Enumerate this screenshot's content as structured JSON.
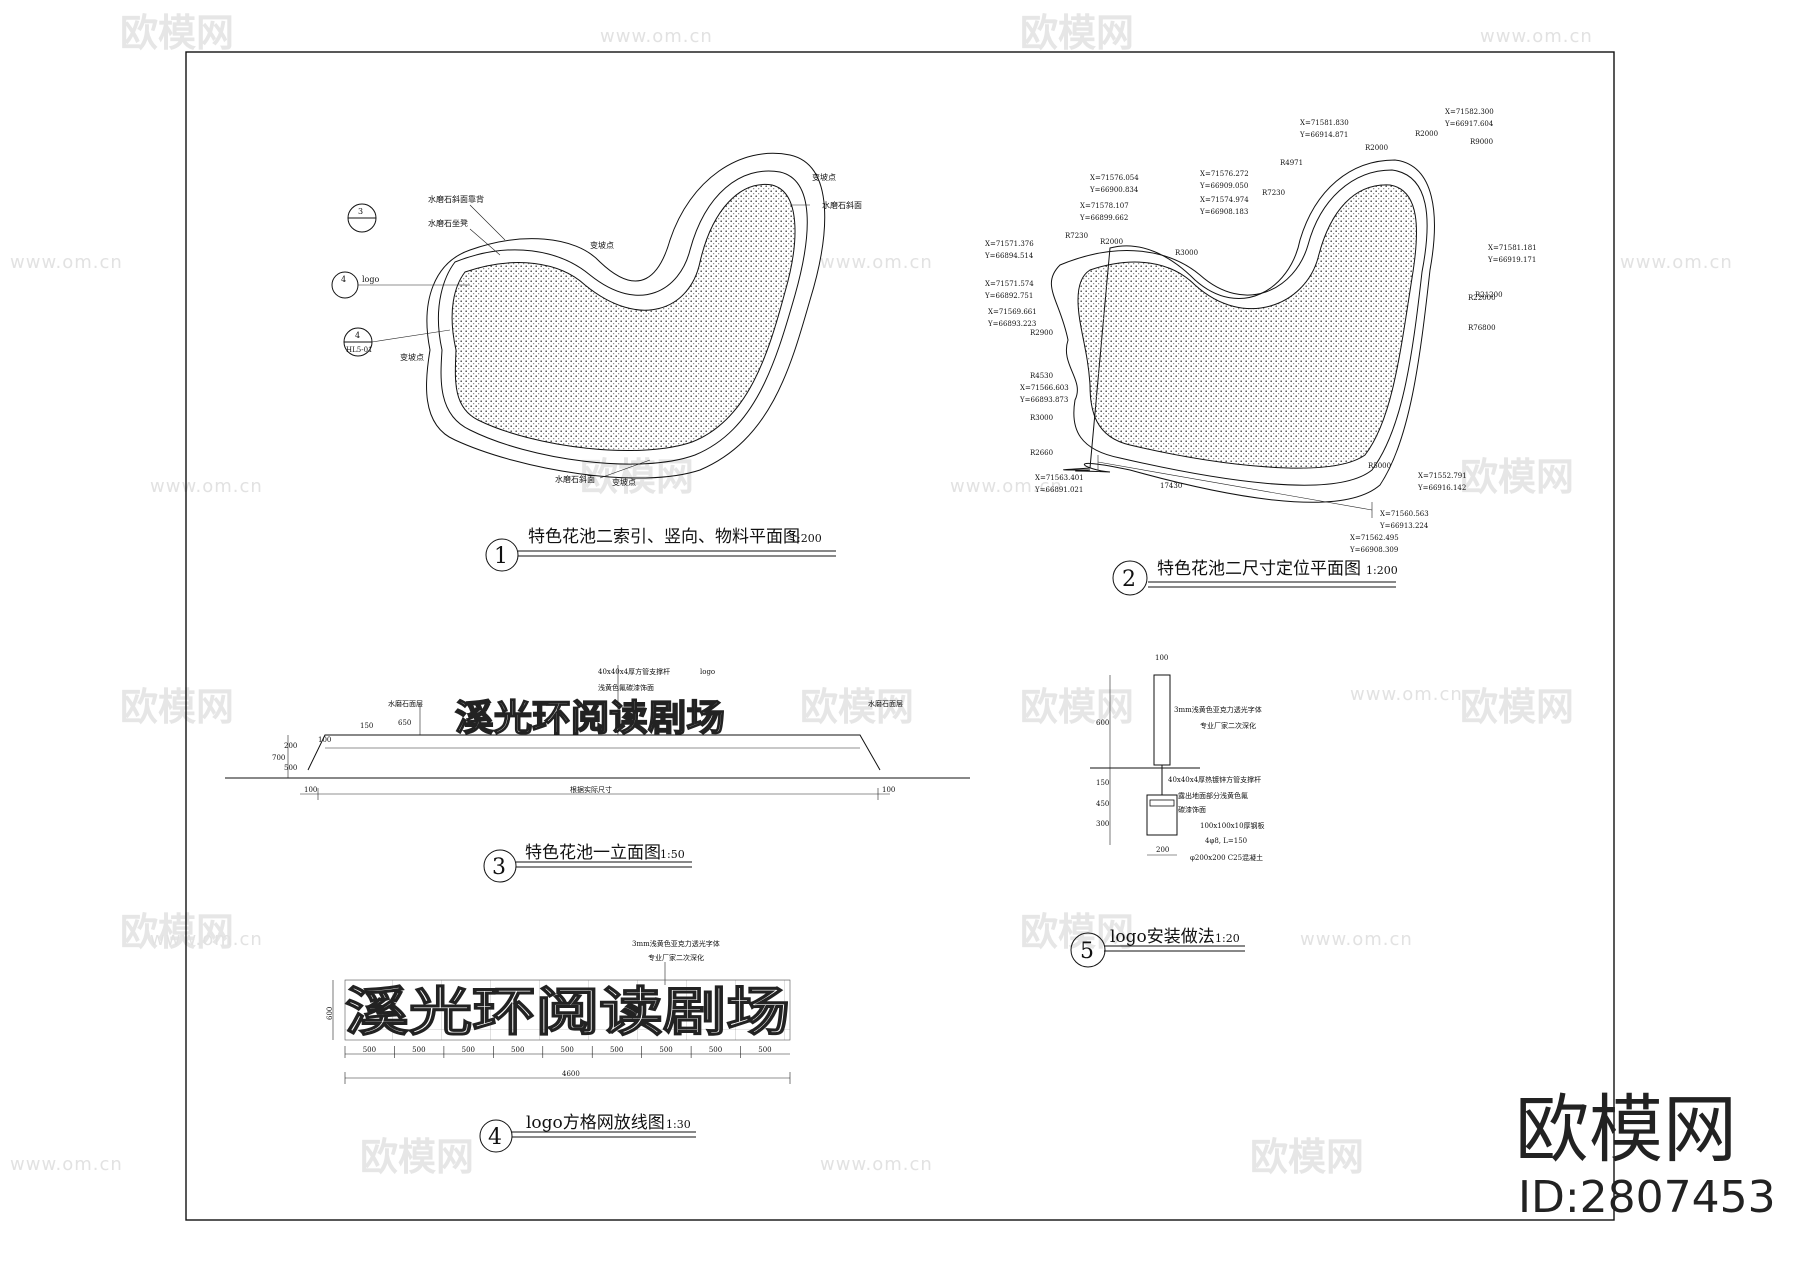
{
  "watermark": {
    "brand": "欧模网",
    "url": "www.om.cn"
  },
  "brand": {
    "name": "欧模网",
    "id": "ID:2807453"
  },
  "drawings": [
    {
      "num": "1",
      "title": "特色花池二索引、竖向、物料平面图",
      "scale": "1:200"
    },
    {
      "num": "2",
      "title": "特色花池二尺寸定位平面图",
      "scale": "1:200"
    },
    {
      "num": "3",
      "title": "特色花池一立面图",
      "scale": "1:50"
    },
    {
      "num": "4",
      "title": "logo方格网放线图",
      "scale": "1:30"
    },
    {
      "num": "5",
      "title": "logo安装做法",
      "scale": "1:20"
    }
  ],
  "d1_notes": [
    "水磨石斜面靠背",
    "水磨石坐凳",
    "logo",
    "变坡点",
    "变坡点",
    "水磨石斜面",
    "变坡点",
    "水磨石斜面",
    "变坡点"
  ],
  "d1_markers": [
    "3",
    "4",
    "4",
    "HL5-01"
  ],
  "d2_coords": [
    "X=71576.054",
    "Y=66900.834",
    "X=71578.107",
    "Y=66899.662",
    "X=71576.272",
    "Y=66909.050",
    "X=71574.974",
    "Y=66908.183",
    "X=71581.830",
    "Y=66914.871",
    "X=71582.300",
    "Y=66917.604",
    "X=71571.376",
    "Y=66894.514",
    "X=71571.574",
    "Y=66892.751",
    "X=71569.661",
    "Y=66893.223",
    "X=71566.603",
    "Y=66893.873",
    "X=71581.181",
    "Y=66919.171",
    "X=71563.401",
    "Y=66891.021",
    "X=71552.791",
    "Y=66916.142",
    "X=71560.563",
    "Y=66913.224",
    "X=71562.495",
    "Y=66908.309"
  ],
  "d2_radii": [
    "R2000",
    "R4971",
    "R7230",
    "R21200",
    "R22000",
    "R76800",
    "R4530",
    "R3000",
    "R5000",
    "R2660",
    "R2000",
    "R9000",
    "R7230",
    "R2900",
    "R3000",
    "R2000",
    "17430"
  ],
  "d3": {
    "logo_text": "溪光环阅读剧场",
    "notes": [
      "40x40x4厚方管支撑杆",
      "浅黄色氟碳漆饰面",
      "logo",
      "水磨石面层",
      "水磨石面层"
    ],
    "dims": [
      "700",
      "200",
      "500",
      "650",
      "100",
      "150",
      "100",
      "根据实际尺寸",
      "100"
    ]
  },
  "d4": {
    "note1": "3mm浅黄色亚克力透光字体",
    "note2": "专业厂家二次深化",
    "logo_text": "溪光环阅读剧场",
    "height": "600",
    "cells": [
      "500",
      "500",
      "500",
      "500",
      "500",
      "500",
      "500",
      "500",
      "500"
    ],
    "total": "4600"
  },
  "d5": {
    "dims": [
      "100",
      "600",
      "150",
      "450",
      "300",
      "200"
    ],
    "notes": [
      "3mm浅黄色亚克力透光字体",
      "专业厂家二次深化",
      "40x40x4厚热镀锌方管支撑杆",
      "露出地面部分浅黄色氟",
      "碳漆饰面",
      "100x100x10厚钢板",
      "4φ8, L=150",
      "φ200x200 C25混凝土"
    ]
  }
}
